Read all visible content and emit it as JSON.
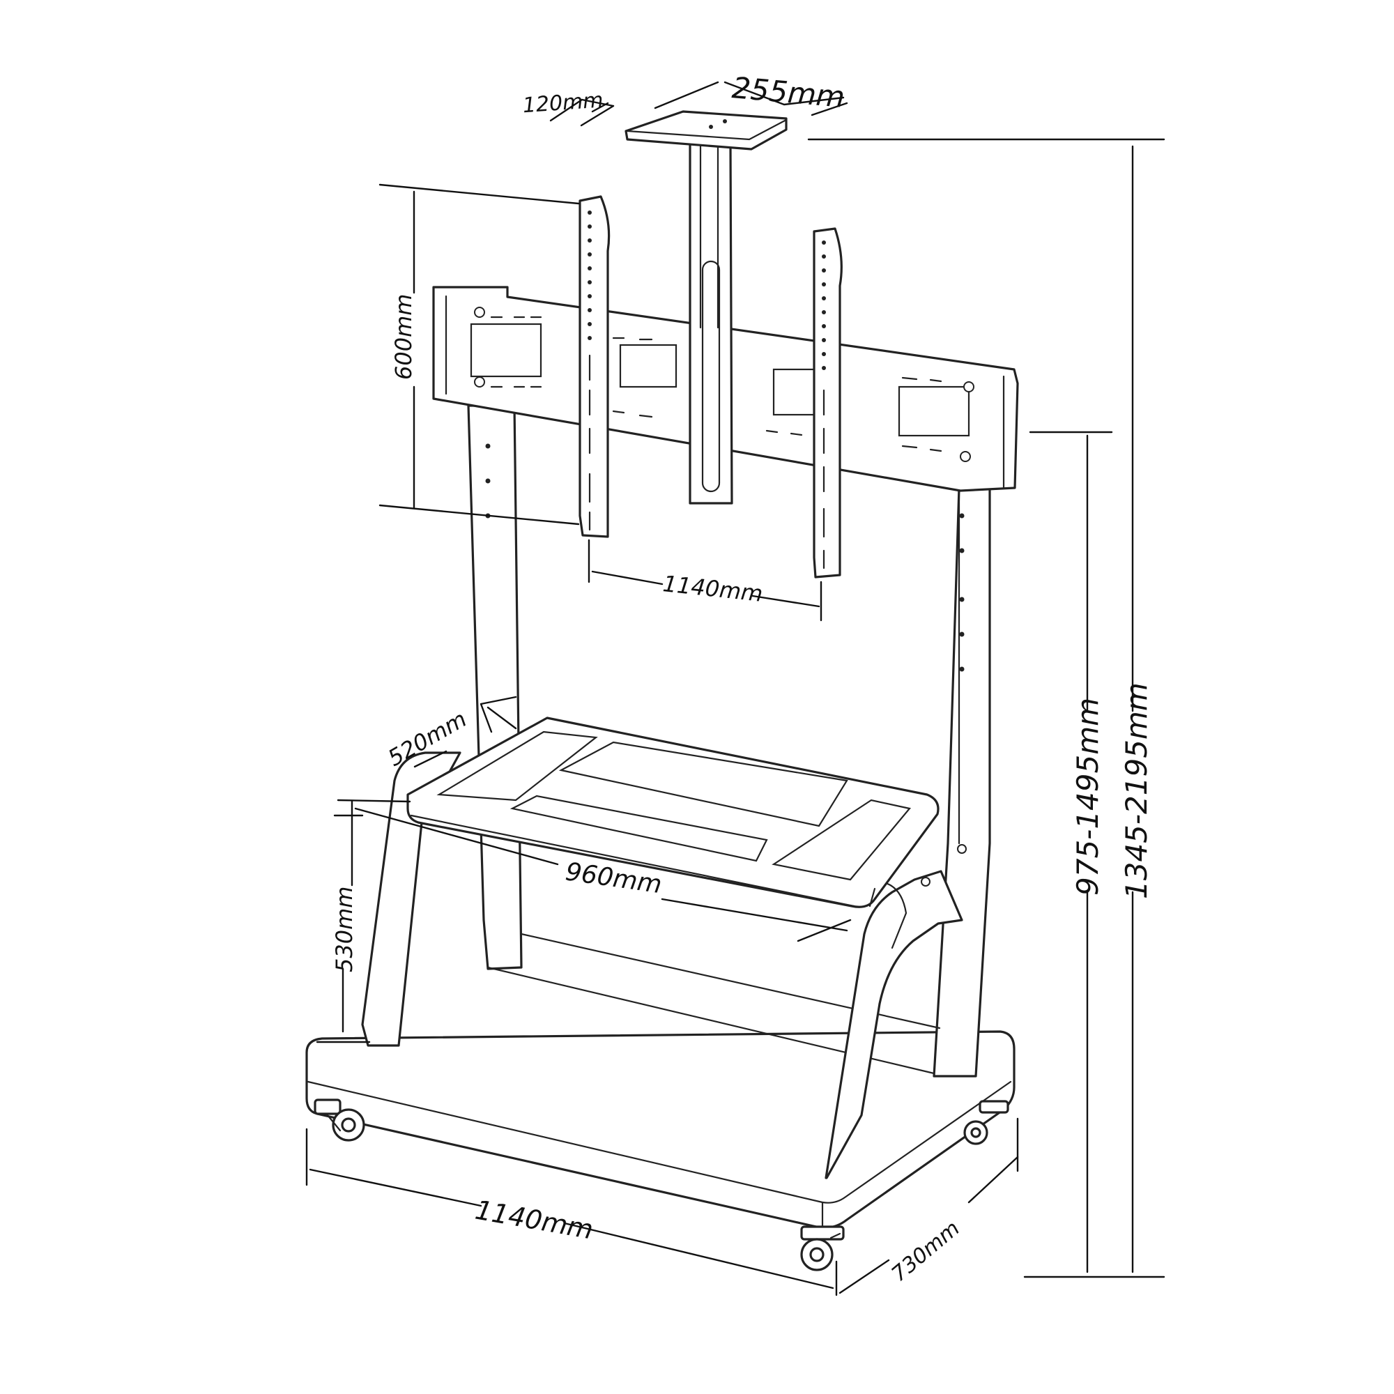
{
  "dimensions": {
    "top_plate_depth": "120mm",
    "top_plate_width": "255mm",
    "vesa_height": "600mm",
    "bracket_spacing": "1140mm",
    "shelf_depth": "520mm",
    "shelf_width": "960mm",
    "shelf_height": "530mm",
    "base_width": "1140mm",
    "base_depth": "730mm",
    "mount_height_range": "975-1495mm",
    "total_height_range": "1345-2195mm"
  }
}
